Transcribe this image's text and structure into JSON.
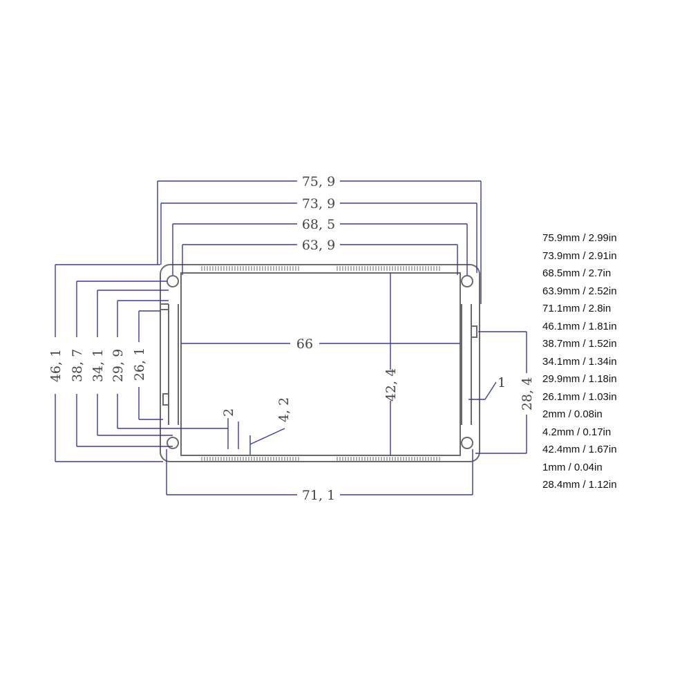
{
  "colors": {
    "dimension_line": "#3a3aa0",
    "outline": "#6a6a6a",
    "label": "#444444",
    "list_text": "#111111"
  },
  "dimensions": {
    "width_outer": "75, 9",
    "width_second": "73, 9",
    "width_third": "68, 5",
    "width_inner": "63, 9",
    "inner_span": "66",
    "bottom_width": "71, 1",
    "height_outer": "46, 1",
    "height_second": "38, 7",
    "height_third": "34, 1",
    "height_fourth": "29, 9",
    "height_inner": "26, 1",
    "inner_height": "42, 4",
    "right_height": "28, 4",
    "slot_width": "2",
    "slot_depth": "4, 2",
    "wall": "1"
  },
  "conversions": [
    "75.9mm / 2.99in",
    "73.9mm / 2.91in",
    "68.5mm / 2.7in",
    "63.9mm / 2.52in",
    "71.1mm / 2.8in",
    "46.1mm / 1.81in",
    "38.7mm / 1.52in",
    "34.1mm / 1.34in",
    "29.9mm / 1.18in",
    "26.1mm / 1.03in",
    "2mm / 0.08in",
    "4.2mm / 0.17in",
    "42.4mm / 1.67in",
    "1mm / 0.04in",
    "28.4mm / 1.12in"
  ]
}
